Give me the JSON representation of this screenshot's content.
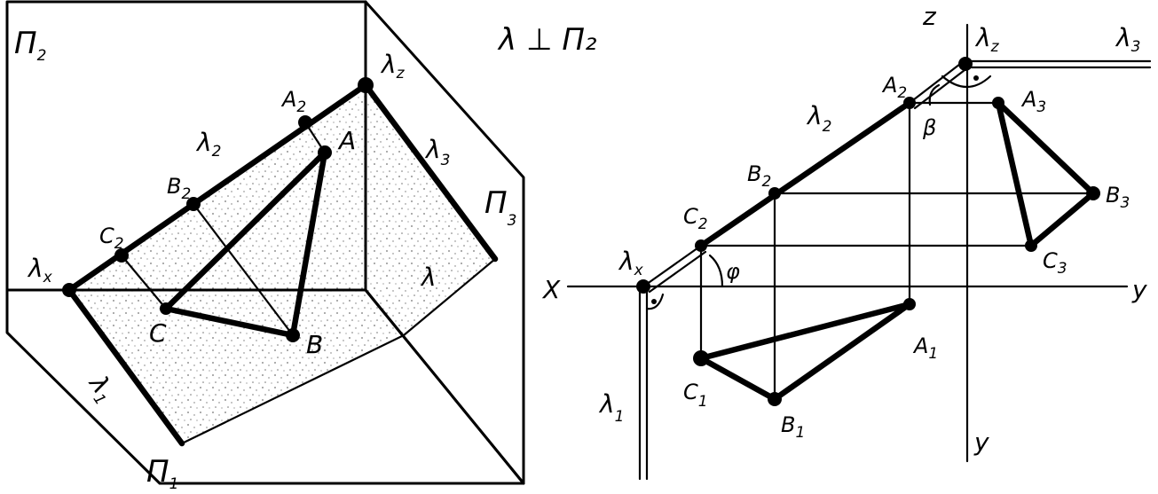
{
  "left": {
    "plane_p2": {
      "base": "Π",
      "sub": "2"
    },
    "plane_p1": {
      "base": "Π",
      "sub": "1"
    },
    "plane_p3": {
      "base": "Π",
      "sub": "3"
    },
    "lx": {
      "base": "λ",
      "sub": "x"
    },
    "lz": {
      "base": "λ",
      "sub": "z"
    },
    "l1": {
      "base": "λ",
      "sub": "1"
    },
    "l2": {
      "base": "λ",
      "sub": "2"
    },
    "l3": {
      "base": "λ",
      "sub": "3"
    },
    "lambda": "λ",
    "A": "A",
    "B": "B",
    "C": "C",
    "A2": {
      "base": "A",
      "sub": "2"
    },
    "B2": {
      "base": "B",
      "sub": "2"
    },
    "C2": {
      "base": "C",
      "sub": "2"
    }
  },
  "header": {
    "condition": "λ ⊥ Π₂"
  },
  "right": {
    "axis_x": "X",
    "axis_y_right": "y",
    "axis_y_down": "y",
    "axis_z": "z",
    "lz": {
      "base": "λ",
      "sub": "z"
    },
    "lx": {
      "base": "λ",
      "sub": "x"
    },
    "l1": {
      "base": "λ",
      "sub": "1"
    },
    "l2": {
      "base": "λ",
      "sub": "2"
    },
    "l3": {
      "base": "λ",
      "sub": "3"
    },
    "A1": {
      "base": "A",
      "sub": "1"
    },
    "B1": {
      "base": "B",
      "sub": "1"
    },
    "C1": {
      "base": "C",
      "sub": "1"
    },
    "A2": {
      "base": "A",
      "sub": "2"
    },
    "B2": {
      "base": "B",
      "sub": "2"
    },
    "C2": {
      "base": "C",
      "sub": "2"
    },
    "A3": {
      "base": "A",
      "sub": "3"
    },
    "B3": {
      "base": "B",
      "sub": "3"
    },
    "C3": {
      "base": "C",
      "sub": "3"
    },
    "beta": "β",
    "phi": "φ"
  }
}
